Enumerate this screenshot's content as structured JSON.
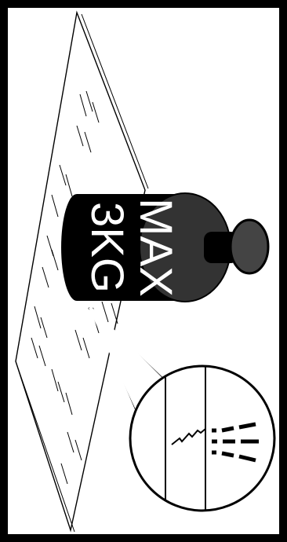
{
  "weight_label": {
    "line1": "MAX",
    "line2": "3KG"
  },
  "colors": {
    "border": "#000000",
    "background": "#ffffff",
    "weight_body": "#000000",
    "weight_end_cap": "#333333",
    "weight_knob": "#444444",
    "label_text": "#ffffff"
  },
  "icons": [
    "warning-frame",
    "glass-panel",
    "weight-icon",
    "crack-icon",
    "impact-lines-icon",
    "magnifier-callout"
  ]
}
